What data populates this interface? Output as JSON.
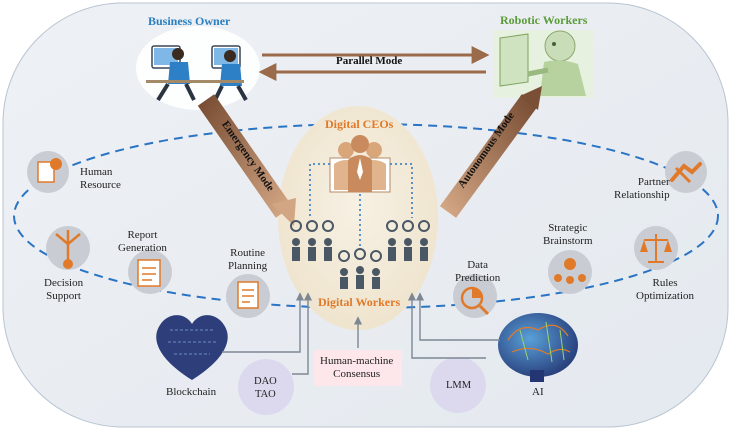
{
  "diagram": {
    "business_owner": "Business Owner",
    "robotic_workers": "Robotic Workers",
    "parallel_mode": "Parallel Mode",
    "emergency_mode": "Emergency Mode",
    "autonomous_mode": "Autonomous Mode",
    "digital_ceos": "Digital CEOs",
    "digital_workers": "Digital Workers",
    "human_resource": [
      "Human",
      "Resource"
    ],
    "report_generation": [
      "Report",
      "Generation"
    ],
    "routine_planning": [
      "Routine",
      "Planning"
    ],
    "decision_support": [
      "Decision",
      "Support"
    ],
    "data_prediction": [
      "Data",
      "Prediction"
    ],
    "strategic_brainstorm": [
      "Strategic",
      "Brainstorm"
    ],
    "partner_relationship": [
      "Partner",
      "Relationship"
    ],
    "rules_optimization": [
      "Rules",
      "Optimization"
    ],
    "blockchain": "Blockchain",
    "dao_tao": [
      "DAO",
      "TAO"
    ],
    "consensus": [
      "Human-machine",
      "Consensus"
    ],
    "lmm": "LMM",
    "ai": "AI"
  },
  "colors": {
    "dashed_ring": "#2a74c4",
    "arrow_brown": "#9a6a4a",
    "ceo_oval": "#f2ead8",
    "icon_circle": "#c9cdd3",
    "workers_gray": "#4a5866",
    "consensus_box": "#fde7ea",
    "dao_circle": "#dcd9ef",
    "brain_blue": "#2e3e7a"
  }
}
